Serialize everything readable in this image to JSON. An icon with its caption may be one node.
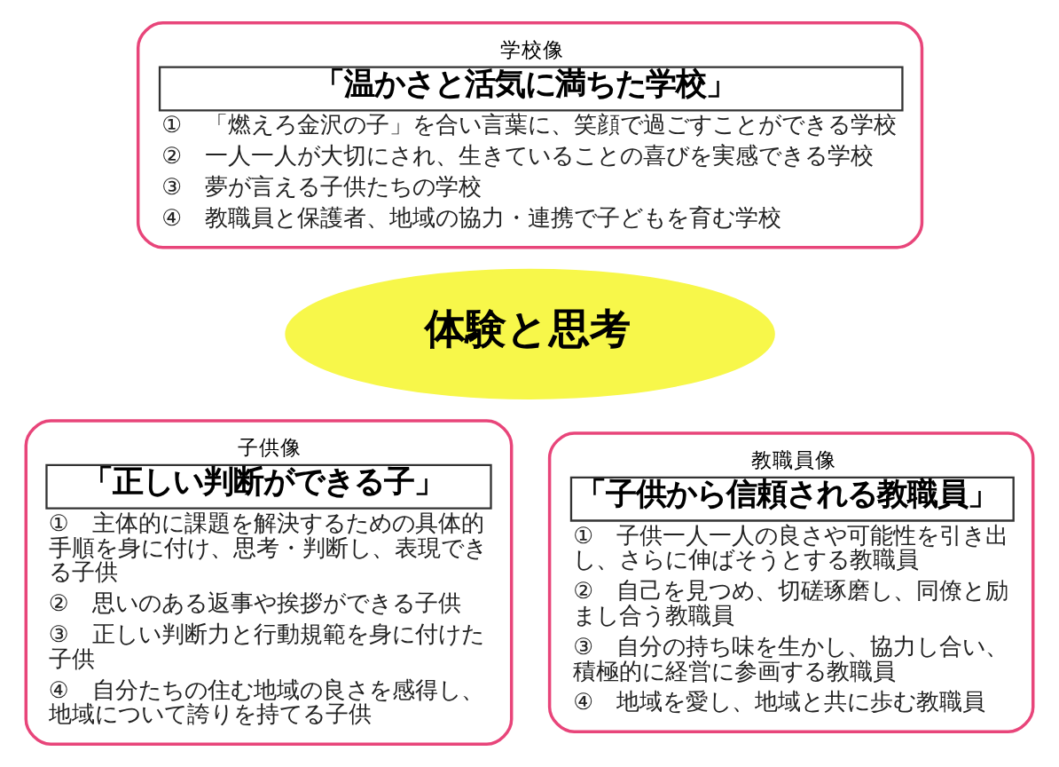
{
  "diagram": {
    "nodes": [
      {
        "text": [
          "学校像",
          "「温かさと活気に満ちた学校」",
          "①　「燃えろ金沢の子」を合い言葉に、笑顔で過ごすことができる学校",
          "②　一人一人が大切にされ、生きていることの喜びを実感できる学校",
          "③　夢が言える子供たちの学校",
          "④　教職員と保護者、地域の協力・連携で子どもを育む学校"
        ]
      },
      {
        "text": [
          "体験と思考"
        ]
      },
      {
        "text": [
          "子供像",
          "「正しい判断ができる子」",
          "①　主体的に課題を解決するための具体的手順を身に付け、思考・判断し、表現できる子供",
          "②　思いのある返事や挨拶ができる子供",
          "③　正しい判断力と行動規範を身に付けた子供",
          "④　自分たちの住む地域の良さを感得し、地域について誇りを持てる子供"
        ]
      },
      {
        "text": [
          "教職員像",
          "「子供から信頼される教職員」",
          "①　子供一人一人の良さや可能性を引き出し、さらに伸ばそうとする教職員",
          "②　自己を見つめ、切磋琢磨し、同僚と励まし合う教職員",
          "③　自分の持ち味を生かし、協力し合い、積極的に経営に参画する教職員",
          "④　地域を愛し、地域と共に歩む教職員"
        ]
      }
    ],
    "edges": []
  }
}
